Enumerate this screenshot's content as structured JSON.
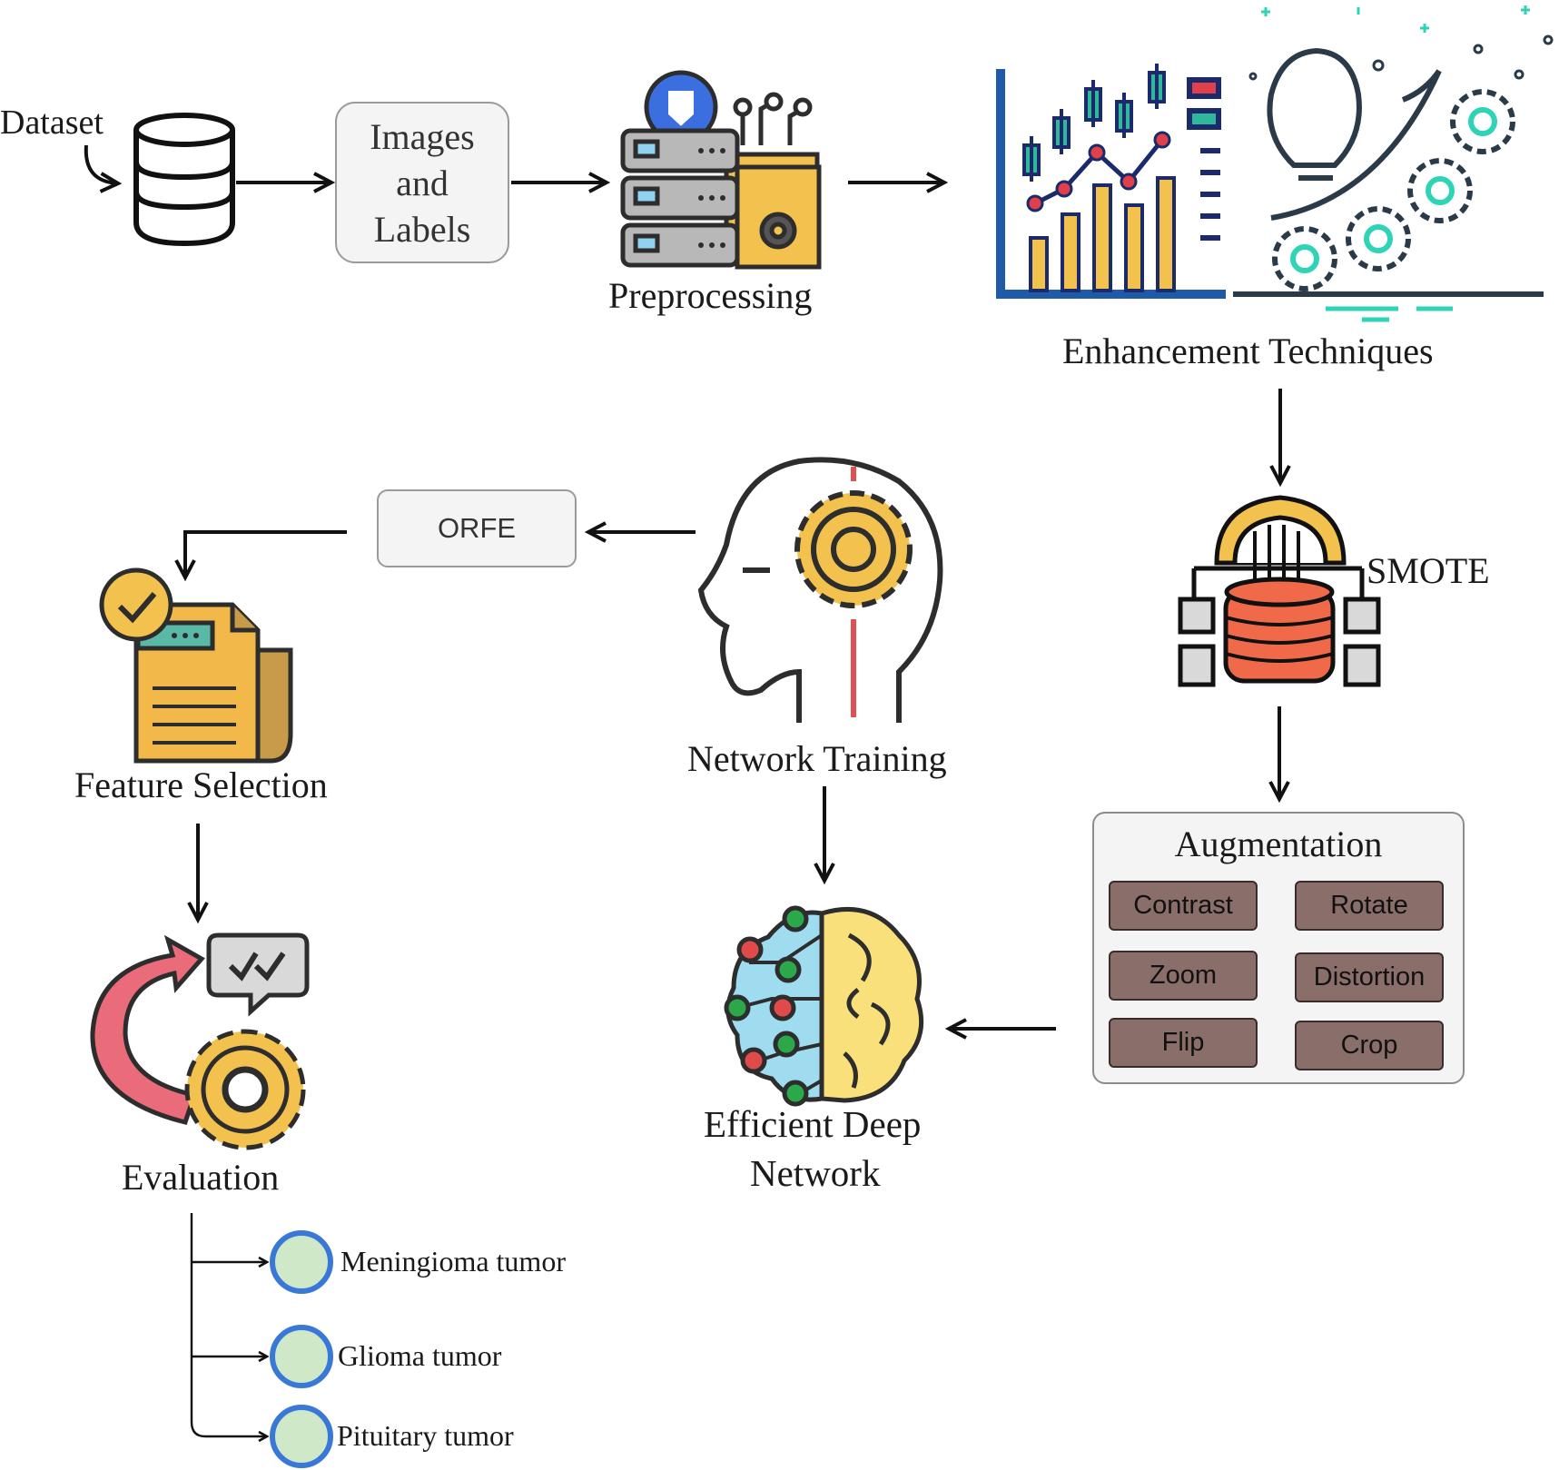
{
  "nodes": {
    "dataset": "Dataset",
    "images_labels": [
      "Images",
      "and",
      "Labels"
    ],
    "preprocessing": "Preprocessing",
    "enhancement": "Enhancement Techniques",
    "smote": "SMOTE",
    "augmentation": {
      "title": "Augmentation",
      "options": [
        "Contrast",
        "Rotate",
        "Zoom",
        "Distortion",
        "Flip",
        "Crop"
      ]
    },
    "efficient_network": [
      "Efficient Deep",
      "Network"
    ],
    "network_training": "Network Training",
    "orfe": "ORFE",
    "feature_selection": "Feature Selection",
    "evaluation": "Evaluation",
    "classes": [
      "Meningioma tumor",
      "Glioma tumor",
      "Pituitary tumor"
    ]
  },
  "icons": {
    "dataset": "database-icon",
    "preprocessing": "server-settings-icon",
    "enhancement": "analytics-chart-icon",
    "ideas": "lightbulb-gears-icon",
    "smote": "data-gear-icon",
    "training": "brain-gear-head-icon",
    "feature_selection": "document-check-icon",
    "evaluation": "evaluation-cycle-icon",
    "deep_network": "brain-circuit-icon"
  }
}
